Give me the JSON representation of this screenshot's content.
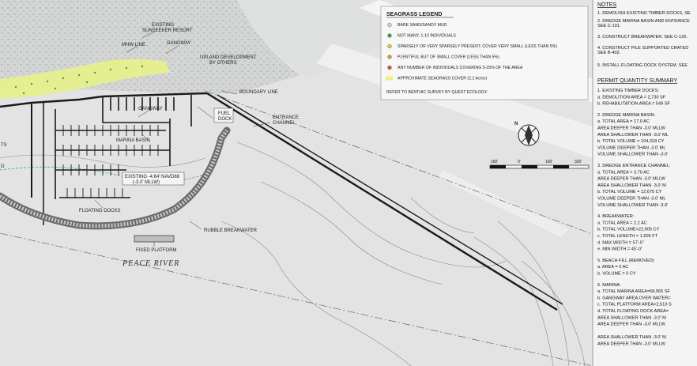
{
  "legend": {
    "title": "SEAGRASS LEGEND",
    "items": [
      {
        "text": "BARE SAND/SANDY MUD",
        "color": "#c9cfcf"
      },
      {
        "text": "NOT MANY, 1-10 INDIVIDUALS",
        "color": "#3aa53a"
      },
      {
        "text": "SPARSELY OR VERY SPARSELY PRESENT; COVER VERY SMALL (LESS THAN 5%)",
        "color": "#d8d23a"
      },
      {
        "text": "PLENTIFUL BUT OF SMALL COVER (LESS THAN 5%)",
        "color": "#d89a2a"
      },
      {
        "text": "ANY NUMBER OF INDIVIDUALS COVERING 5-25% OF THE AREA",
        "color": "#c9572a"
      },
      {
        "text": "APPROXIMATE SEAGRASS COVER (2.2 Acres)",
        "color": "#eef17a"
      }
    ],
    "footnote": "REFER TO BENTHIC SURVEY BY QUEST ECOLOGY."
  },
  "map_labels": {
    "existing_resort": "EXISTING",
    "existing_resort_2": "SUNSEEKER RESORT",
    "mhw_line": "MHW LINE",
    "gangway_top": "GANGWAY",
    "upland": "UPLAND DEVELOPMENT",
    "upland_2": "BY OTHERS",
    "boundary_line": "BOUNDARY LINE",
    "gangway": "GANGWAY",
    "fuel_dock": "FUEL",
    "fuel_dock_2": "DOCK",
    "entrance_channel": "ENTRANCE",
    "entrance_channel_2": "CHANNEL",
    "marina_basin": "MARINA BASIN",
    "existing_depth": "EXISTING -4.64' NAVD88",
    "existing_depth_2": "(-3.0' MLLW)",
    "floating_docks": "FLOATING DOCKS",
    "rubble_breakwater": "RUBBLE BREAKWATER",
    "fixed_platform": "FIXED PLATFORM",
    "peace_river": "PEACE RIVER",
    "edge_ts": "TS",
    "edge_g": "G"
  },
  "north_arrow": "N",
  "scale_bar": [
    "160'",
    "0'",
    "160'",
    "320'"
  ],
  "notes": {
    "title": "NOTES",
    "items": [
      "1.  DEMOLISH EXISTING TIMBER DOCKS, SE",
      "2.  DREDGE MARINA BASIN AND ENTRANCE",
      "     SEE C-101.",
      "3.  CONSTRUCT BREAKWATER. SEE C-120.",
      "4.  CONSTRUCT PILE SUPPORTED CRATED",
      "     SEE B-402.",
      "5.  INSTALL FLOATING DOCK SYSTEM. SEE"
    ]
  },
  "permit": {
    "title": "PERMIT QUANTITY SUMMARY",
    "lines": [
      "1.  EXISTING TIMBER DOCKS:",
      "     a.  DEMOLITION AREA = 2,730 SF",
      "     b.  REHABILITATION AREA = 549 SF",
      "2.  DREDGE MARINA BASIN:",
      "     a.  TOTAL AREA = 17.0 AC",
      "          AREA DEEPER THAN -3.0' MLLW",
      "          AREA SHALLOWER THAN -3.0' ML",
      "     b.  TOTAL VOLUME = 104,318 CY",
      "          VOLUME DEEPER THAN -3.0' ML",
      "          VOLUME SHALLOWER THAN -3.0'",
      "3.  DREDGE ENTRANCE CHANNEL:",
      "     a.  TOTAL AREA = 3.70 AC",
      "          AREA DEEPER THAN -3.0' MLLW",
      "          AREA SHALLOWER THAN -3.0' M",
      "     b.  TOTAL VOLUME = 12,670 CY",
      "          VOLUME DEEPER THAN -3.0' ML",
      "          VOLUME SHALLOWER THAN -3.0'",
      "4.  BREAKWATER:",
      "     a.  TOTAL AREA = 2.2 AC",
      "     b.  TOTAL VOLUME=22,905 CY",
      "     c.  TOTAL LENGTH = 1,605 FT",
      "     d.  MAX WIDTH = 57'-5\"",
      "     e.  MIN WIDTH = 45'-0\"",
      "5.  BEACH FILL (REMOVED)",
      "     a.  AREA = 0 AC",
      "     b.  VOLUME = 0 CY",
      "6.  MARINA:",
      "     a.  TOTAL MARINA AREA=68,565 SF",
      "     b.  GANGWAY AREA OVER WATER=",
      "     c.  TOTAL PLATFORM AREA=2,513 S",
      "     d.  TOTAL FLOATING DOCK AREA=",
      "          AREA SHALLOWER THAN -3.0' M",
      "          AREA DEEPER THAN -3.0' MLLW",
      "",
      "          AREA SHALLOWER THAN -3.0' M",
      "          AREA DEEPER THAN -3.0' MLLW"
    ]
  }
}
